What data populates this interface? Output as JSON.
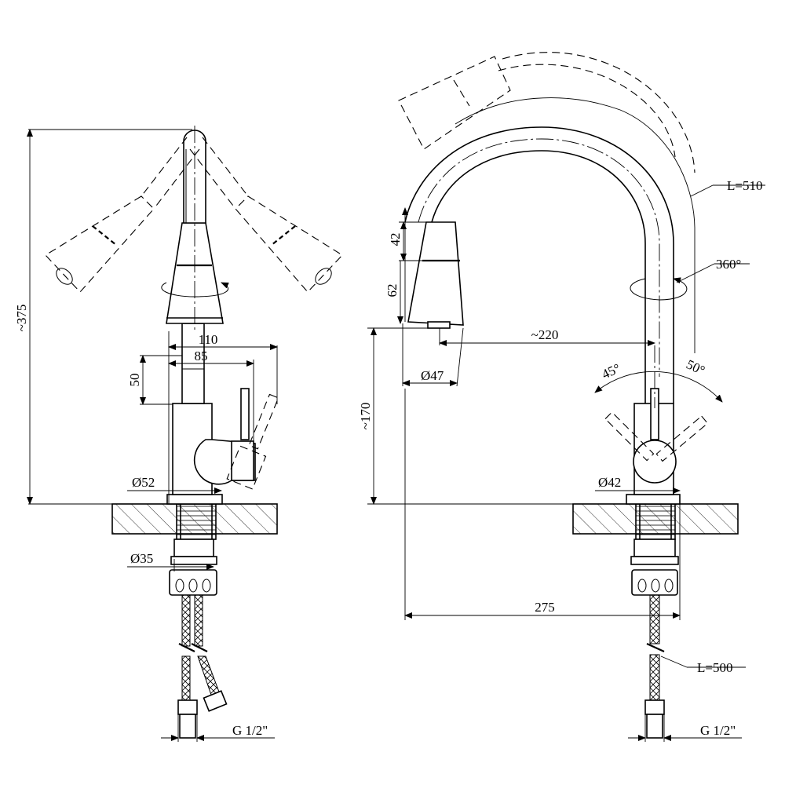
{
  "front_view": {
    "height_total": "~375",
    "width_110": "110",
    "width_85": "85",
    "height_50": "50",
    "diameter_body": "Ø52",
    "diameter_shank": "Ø35",
    "thread": "G 1/2\""
  },
  "side_view": {
    "spout_height_42": "42",
    "spout_height_62": "62",
    "reach": "~220",
    "diameter_head": "Ø47",
    "height_170": "~170",
    "angle_left": "45°",
    "angle_right": "50°",
    "rotation": "360°",
    "hose_pull_length": "L=510",
    "diameter_body": "Ø42",
    "overall_reach": "275",
    "hose_length": "L=500",
    "thread": "G 1/2\""
  }
}
